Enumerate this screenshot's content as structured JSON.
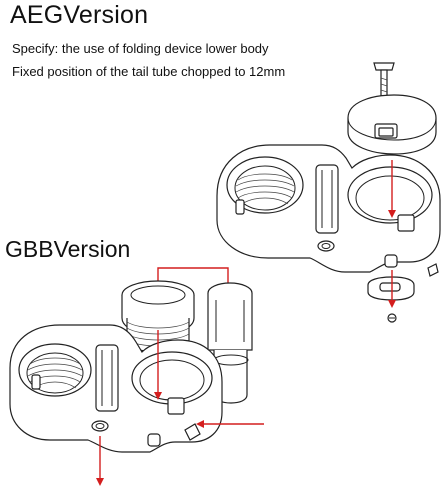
{
  "titles": {
    "aeg_version": "AEGVersion",
    "gbb_version": "GBBVersion"
  },
  "notes": {
    "specify": "Specify: the use of folding device lower body",
    "fixed_position": "Fixed position of the tail tube chopped to 12mm"
  },
  "colors": {
    "text": "#111111",
    "line_art": "#222222",
    "arrow": "#d41e1e",
    "background": "#ffffff"
  },
  "icons": {
    "aeg_assembly": "folding-stock-adapter-drawing",
    "gbb_assembly": "folding-stock-adapter-drawing",
    "arrows": "red-assembly-arrow"
  }
}
